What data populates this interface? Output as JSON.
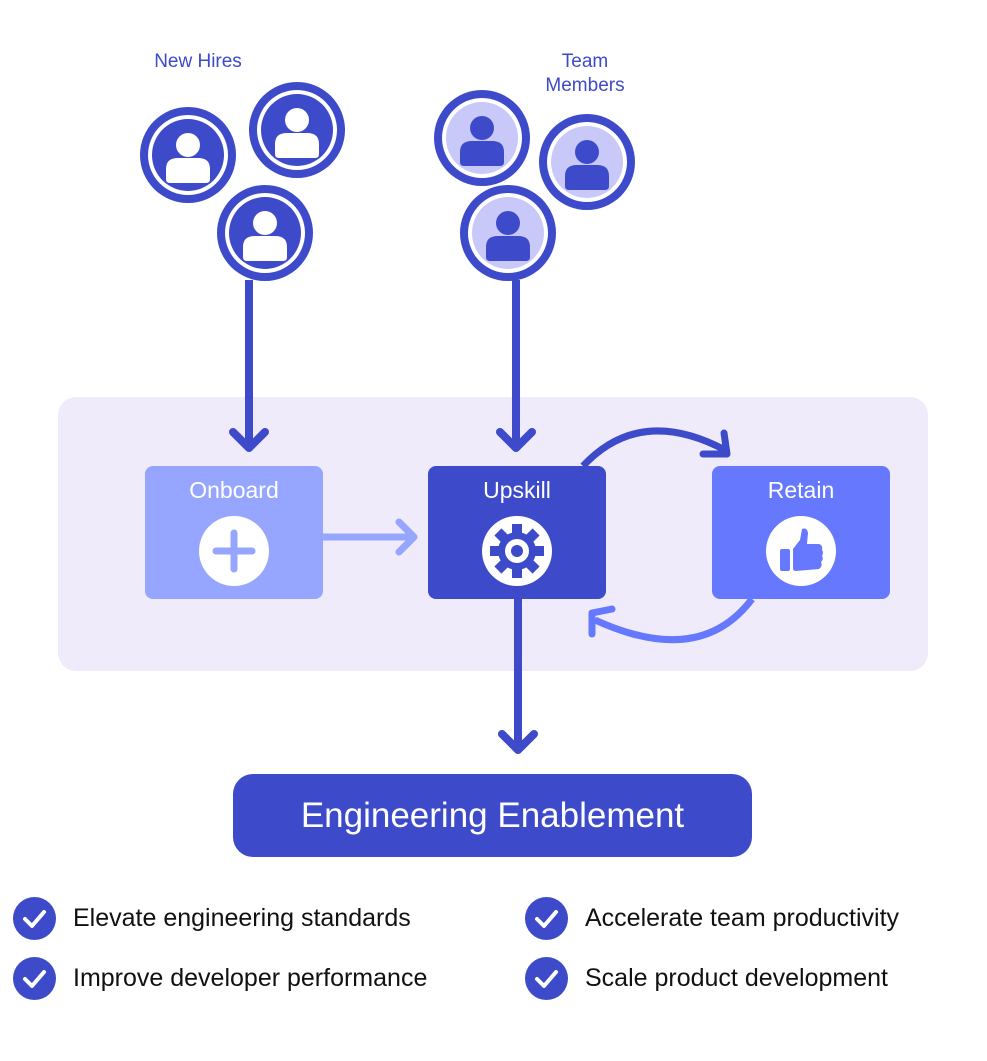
{
  "groups": {
    "new_hires": {
      "label": "New Hires",
      "avatar_style": "filled-dark",
      "count": 3
    },
    "team_members": {
      "label": "Team\nMembers",
      "avatar_style": "filled-light",
      "count": 3
    }
  },
  "stages": [
    {
      "label": "Onboard",
      "icon": "plus-icon",
      "color": "#96a6fe"
    },
    {
      "label": "Upskill",
      "icon": "gear-icon",
      "color": "#3d4ac9"
    },
    {
      "label": "Retain",
      "icon": "thumbs-up-icon",
      "color": "#6578fe"
    }
  ],
  "outcome": {
    "label": "Engineering Enablement"
  },
  "benefits": [
    {
      "label": "Elevate engineering standards",
      "icon": "check-circle-icon"
    },
    {
      "label": "Improve developer performance",
      "icon": "check-circle-icon"
    },
    {
      "label": "Accelerate team productivity",
      "icon": "check-circle-icon"
    },
    {
      "label": "Scale product development",
      "icon": "check-circle-icon"
    }
  ],
  "colors": {
    "primary": "#3d4ac9",
    "light_avatar_fill": "#c8c8f9",
    "panel_bg": "#efebfb",
    "onboard": "#96a6fe",
    "retain": "#6578fe"
  }
}
